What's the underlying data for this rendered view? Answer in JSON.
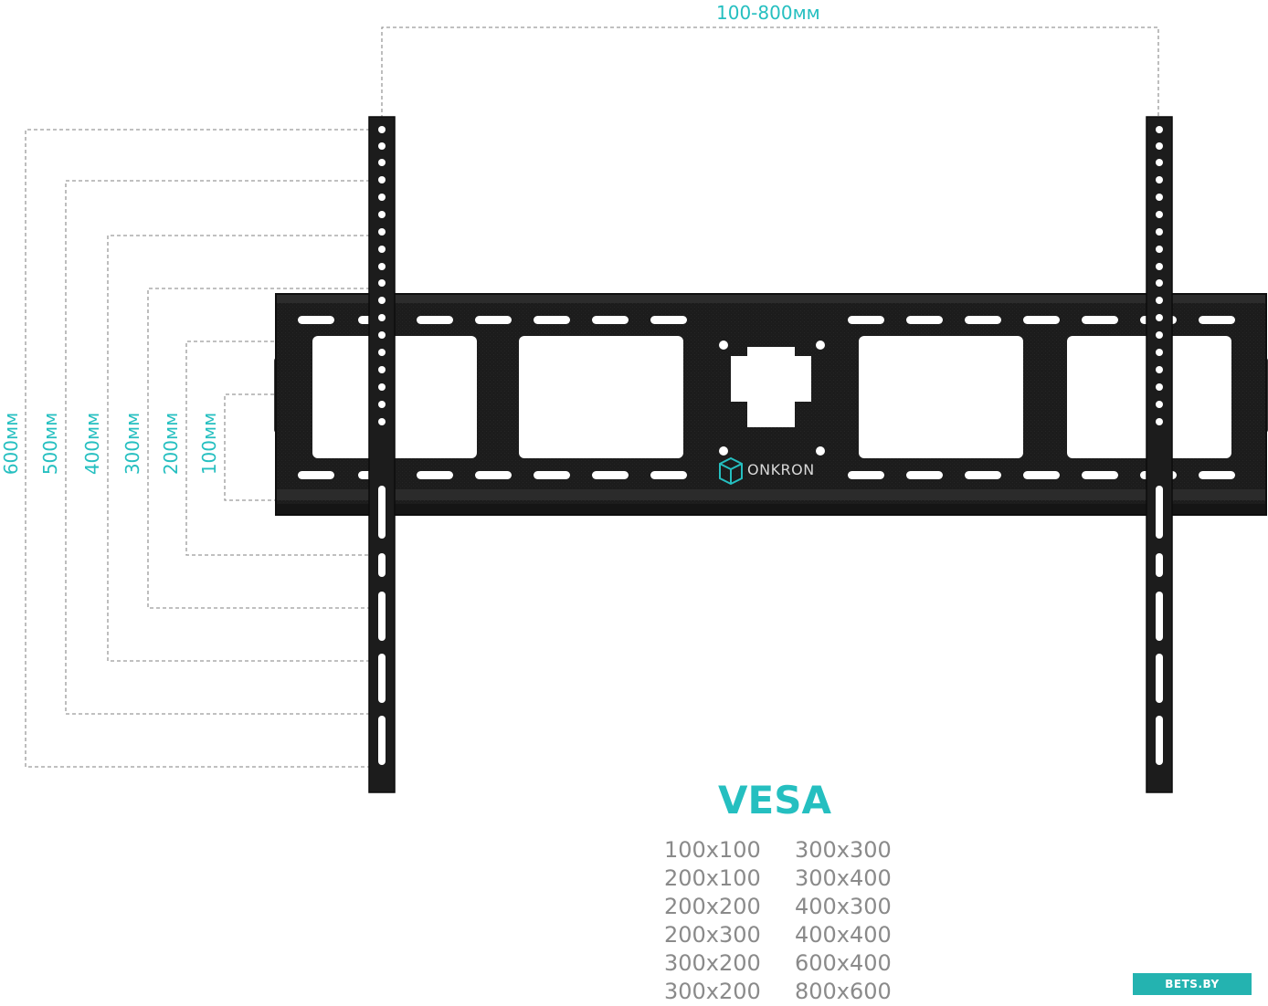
{
  "dimensions": {
    "width_label": "100-800мм",
    "height_labels": [
      "600мм",
      "500мм",
      "400мм",
      "300мм",
      "200мм",
      "100мм"
    ]
  },
  "brand": {
    "logo_icon": "onkron-cube-icon",
    "name": "ONKRON"
  },
  "vesa": {
    "title": "VESA",
    "column_1": [
      "100x100",
      "200x100",
      "200x200",
      "200x300",
      "300x200",
      "300x200"
    ],
    "column_2": [
      "300x300",
      "300x400",
      "400x300",
      "400x400",
      "600x400",
      "800x600"
    ]
  },
  "watermark": {
    "text": "BETS.BY"
  },
  "colors": {
    "accent": "#25bfc0",
    "bracket": "#1b1b1b",
    "dimension_lines": "#9a9a9a",
    "vesa_values": "#8a8a8a",
    "watermark_bg": "#24b3b0"
  }
}
